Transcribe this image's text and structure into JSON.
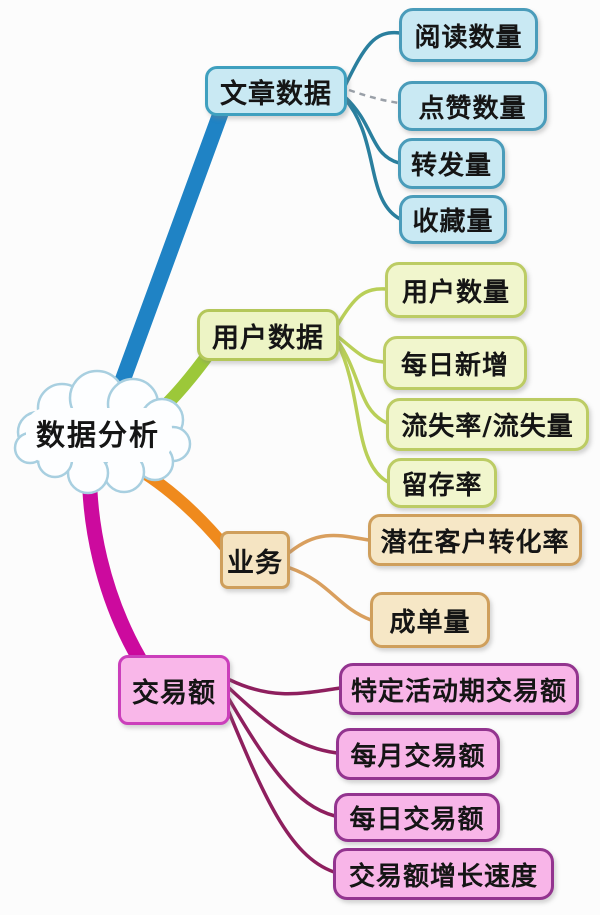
{
  "root": {
    "label": "数据分析"
  },
  "branches": [
    {
      "label": "文章数据",
      "children": [
        "阅读数量",
        "点赞数量",
        "转发量",
        "收藏量"
      ]
    },
    {
      "label": "用户数据",
      "children": [
        "用户数量",
        "每日新增",
        "流失率/流失量",
        "留存率"
      ]
    },
    {
      "label": "业务",
      "children": [
        "潜在客户转化率",
        "成单量"
      ]
    },
    {
      "label": "交易额",
      "children": [
        "特定活动期交易额",
        "每月交易额",
        "每日交易额",
        "交易额增长速度"
      ]
    }
  ],
  "colors": {
    "article": {
      "branch": "#1f83c5",
      "line": "#2a7f9e",
      "fill": "#c9e9f3",
      "border": "#3fa0bf",
      "child_fill": "#c9e9f3",
      "child_border": "#4a9cba"
    },
    "user": {
      "branch": "#9cc839",
      "line": "#b9cf58",
      "fill": "#edf4c5",
      "border": "#b4c75a",
      "child_fill": "#f1f6cd",
      "child_border": "#bccc64"
    },
    "business": {
      "branch": "#ef8a1d",
      "line": "#d99f5e",
      "fill": "#f5e4c2",
      "border": "#cf9f5c",
      "child_fill": "#f6e7c6",
      "child_border": "#cf9f5c"
    },
    "trade": {
      "branch": "#cc0a9e",
      "line": "#8e1f5e",
      "fill": "#f9b7e9",
      "border": "#cb3fbb",
      "child_fill": "#f8b5e8",
      "child_border": "#93348f"
    },
    "dashed_line": "#9aa0a8",
    "cloud_outline": "#a8cfe0",
    "cloud_fill": "#fdfeff",
    "text": "#151515"
  }
}
